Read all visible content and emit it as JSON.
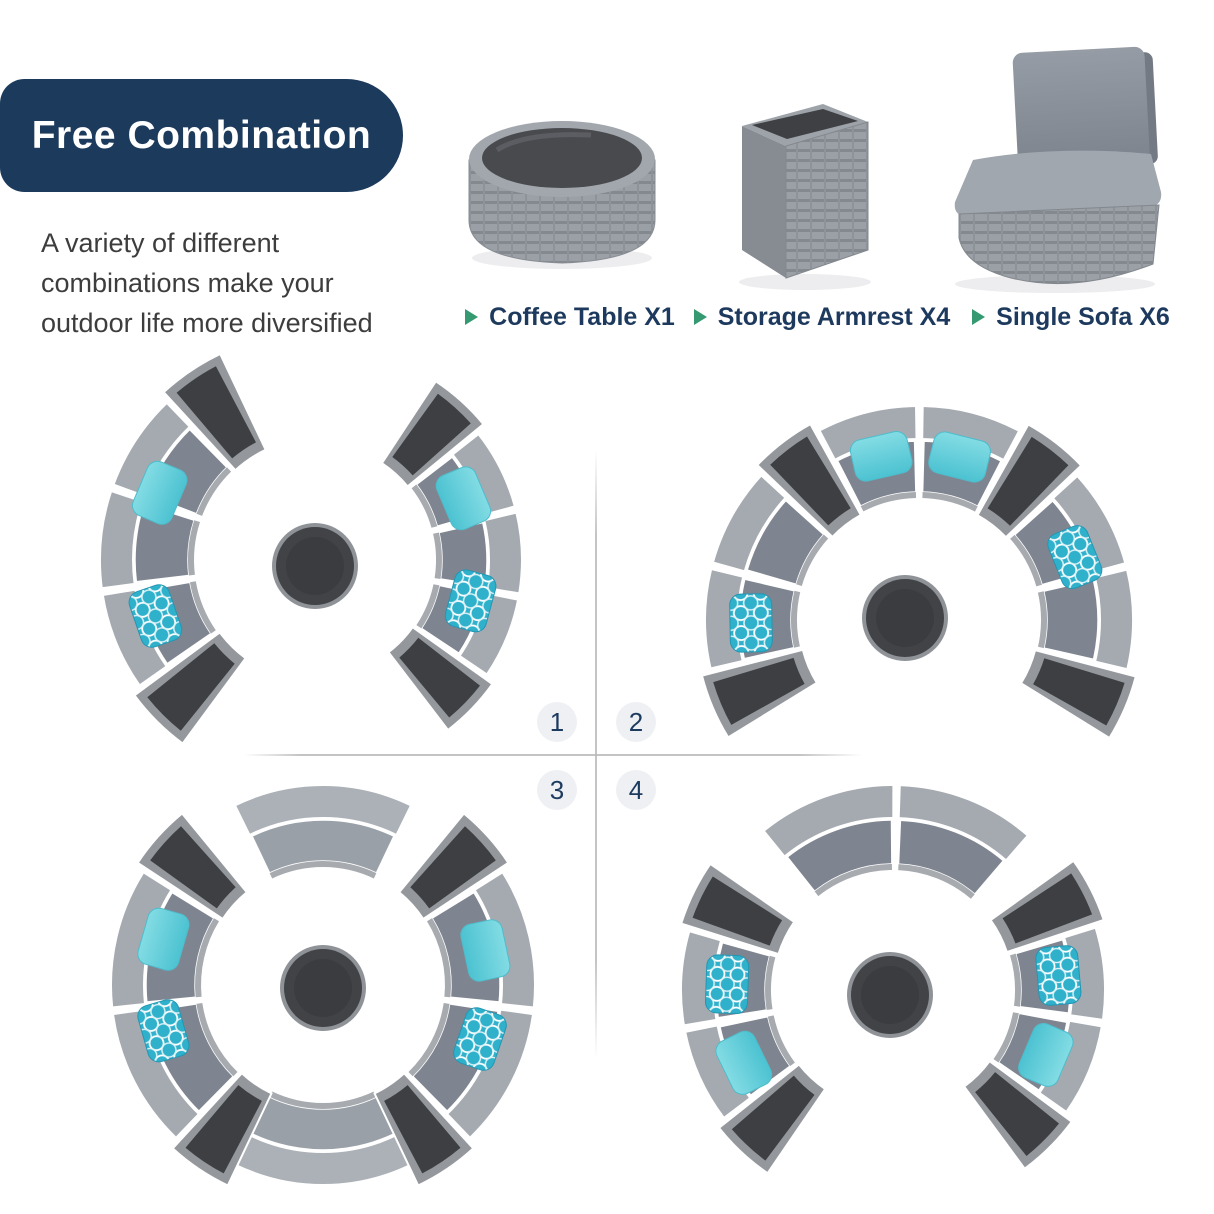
{
  "header": {
    "badge_label": "Free Combination",
    "badge_color": "#1c3a5c",
    "description_lines": [
      "A variety of different",
      "combinations make your",
      "outdoor life more diversified"
    ]
  },
  "products": {
    "bullet_color": "#359a72",
    "label_color": "#1d3a5e",
    "items": [
      {
        "label": "Coffee Table X1",
        "icon": "coffee-table-photo"
      },
      {
        "label": "Storage Armrest X4",
        "icon": "storage-armrest-photo"
      },
      {
        "label": "Single Sofa X6",
        "icon": "single-sofa-photo"
      }
    ]
  },
  "combinations": {
    "items": [
      {
        "number": "1"
      },
      {
        "number": "2"
      },
      {
        "number": "3"
      },
      {
        "number": "4"
      }
    ]
  },
  "palette": {
    "sofa_back": "#a5aab1",
    "sofa_seat": "#7f8590",
    "sofa_seat_light": "#99a0a8",
    "sofa_back_light": "#acb1b7",
    "sofa_rim": "#a7abb0",
    "armrest_glass": "#3d3f42",
    "armrest_frame": "#94989d",
    "table_glass": "#414346",
    "table_glass_center": "#3a3c3f",
    "table_rim": "#8f9398",
    "pillow_solid_top": "#83dce4",
    "pillow_solid_bottom": "#4cc2d1",
    "pillow_pattern": "#2fb0cb",
    "divider": "#b9babc",
    "number_circle_bg": "#eef0f3",
    "number_color": "#1d3a5f"
  }
}
